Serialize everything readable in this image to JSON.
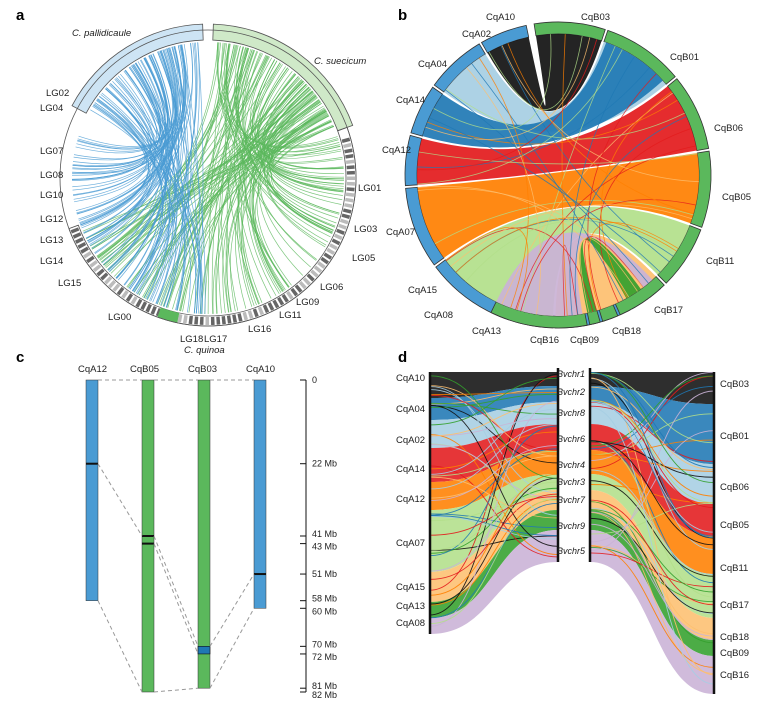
{
  "panels": {
    "a": {
      "letter": "a",
      "genome_labels": {
        "pallidicaule": "C. pallidicaule",
        "suecicum": "C. suecicum",
        "quinoa": "C. quinoa"
      },
      "left_lg": [
        "LG02",
        "LG04",
        "LG07",
        "LG08",
        "LG10",
        "LG12",
        "LG13",
        "LG14",
        "LG15",
        "LG00"
      ],
      "right_lg": [
        "LG01",
        "LG03",
        "LG05",
        "LG06",
        "LG09",
        "LG11",
        "LG16",
        "LG17",
        "LG18"
      ]
    },
    "b": {
      "letter": "b",
      "a_chroms": [
        "CqA10",
        "CqA02",
        "CqA04",
        "CqA14",
        "CqA12",
        "CqA07",
        "CqA15",
        "CqA08",
        "CqA13"
      ],
      "b_chroms": [
        "CqB03",
        "CqB01",
        "CqB06",
        "CqB05",
        "CqB11",
        "CqB17",
        "CqB18",
        "CqB09",
        "CqB16"
      ]
    },
    "c": {
      "letter": "c",
      "chrom_labels": [
        "CqA12",
        "CqB05",
        "CqB03",
        "CqA10"
      ],
      "scale_ticks": [
        "0",
        "22 Mb",
        "41 Mb",
        "43 Mb",
        "51 Mb",
        "58 Mb",
        "60 Mb",
        "70 Mb",
        "72 Mb",
        "81 Mb",
        "82 Mb"
      ]
    },
    "d": {
      "letter": "d",
      "left_chroms": [
        "CqA10",
        "CqA04",
        "CqA02",
        "CqA14",
        "CqA12",
        "CqA07",
        "CqA15",
        "CqA13",
        "CqA08"
      ],
      "beet_chroms": [
        "Bvchr1",
        "Bvchr2",
        "Bvchr8",
        "Bvchr6",
        "Bvchr4",
        "Bvchr3",
        "Bvchr7",
        "Bvchr9",
        "Bvchr5"
      ],
      "right_chroms": [
        "CqB03",
        "CqB01",
        "CqB06",
        "CqB05",
        "CqB11",
        "CqB17",
        "CqB18",
        "CqB09",
        "CqB16"
      ]
    }
  },
  "colors": {
    "subgenome_a": "#4a9bd3",
    "subgenome_b": "#5bb85c",
    "pallidicaule_arc": "#cde4f4",
    "suecicum_arc": "#cfe9c8",
    "black": "#111111",
    "blue": "#1f78b4",
    "light_blue": "#a6cee3",
    "red": "#e31a1c",
    "orange": "#ff7f00",
    "light_orange": "#fdbf6f",
    "green": "#33a02c",
    "light_green": "#b2df8a",
    "lavender": "#cab2d6"
  }
}
